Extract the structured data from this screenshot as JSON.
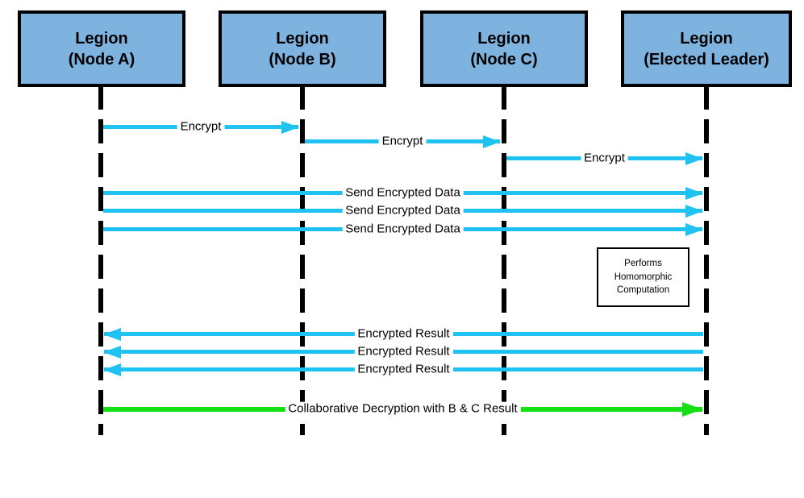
{
  "actors": [
    {
      "line1": "Legion",
      "line2": "(Node A)"
    },
    {
      "line1": "Legion",
      "line2": "(Node B)"
    },
    {
      "line1": "Legion",
      "line2": "(Node C)"
    },
    {
      "line1": "Legion",
      "line2": "(Elected Leader)"
    }
  ],
  "messages": [
    {
      "from": "Node A",
      "to": "Node B",
      "direction": "right",
      "label": "Encrypt"
    },
    {
      "from": "Node B",
      "to": "Node C",
      "direction": "right",
      "label": "Encrypt"
    },
    {
      "from": "Node C",
      "to": "Elected Leader",
      "direction": "right",
      "label": "Encrypt"
    },
    {
      "from": "Node A",
      "to": "Elected Leader",
      "direction": "right",
      "label": "Send Encrypted Data"
    },
    {
      "from": "Node B",
      "to": "Elected Leader",
      "direction": "right",
      "label": "Send Encrypted Data"
    },
    {
      "from": "Node C",
      "to": "Elected Leader",
      "direction": "right",
      "label": "Send Encrypted Data"
    },
    {
      "from": "Elected Leader",
      "to": "Node A",
      "direction": "left",
      "label": "Encrypted Result"
    },
    {
      "from": "Elected Leader",
      "to": "Node B",
      "direction": "left",
      "label": "Encrypted Result"
    },
    {
      "from": "Elected Leader",
      "to": "Node C",
      "direction": "left",
      "label": "Encrypted Result"
    },
    {
      "from": "Node A",
      "to": "Elected Leader",
      "direction": "right",
      "label": "Collaborative Decryption with B & C Result"
    }
  ],
  "note": {
    "lines": [
      "Performs",
      "Homomorphic",
      "Computation"
    ]
  },
  "colors": {
    "actor_fill": "#7fb3df",
    "actor_border": "#000000",
    "message_accent": "#1fc2f0",
    "decrypt_accent": "#14e114",
    "lifeline": "#000000"
  }
}
